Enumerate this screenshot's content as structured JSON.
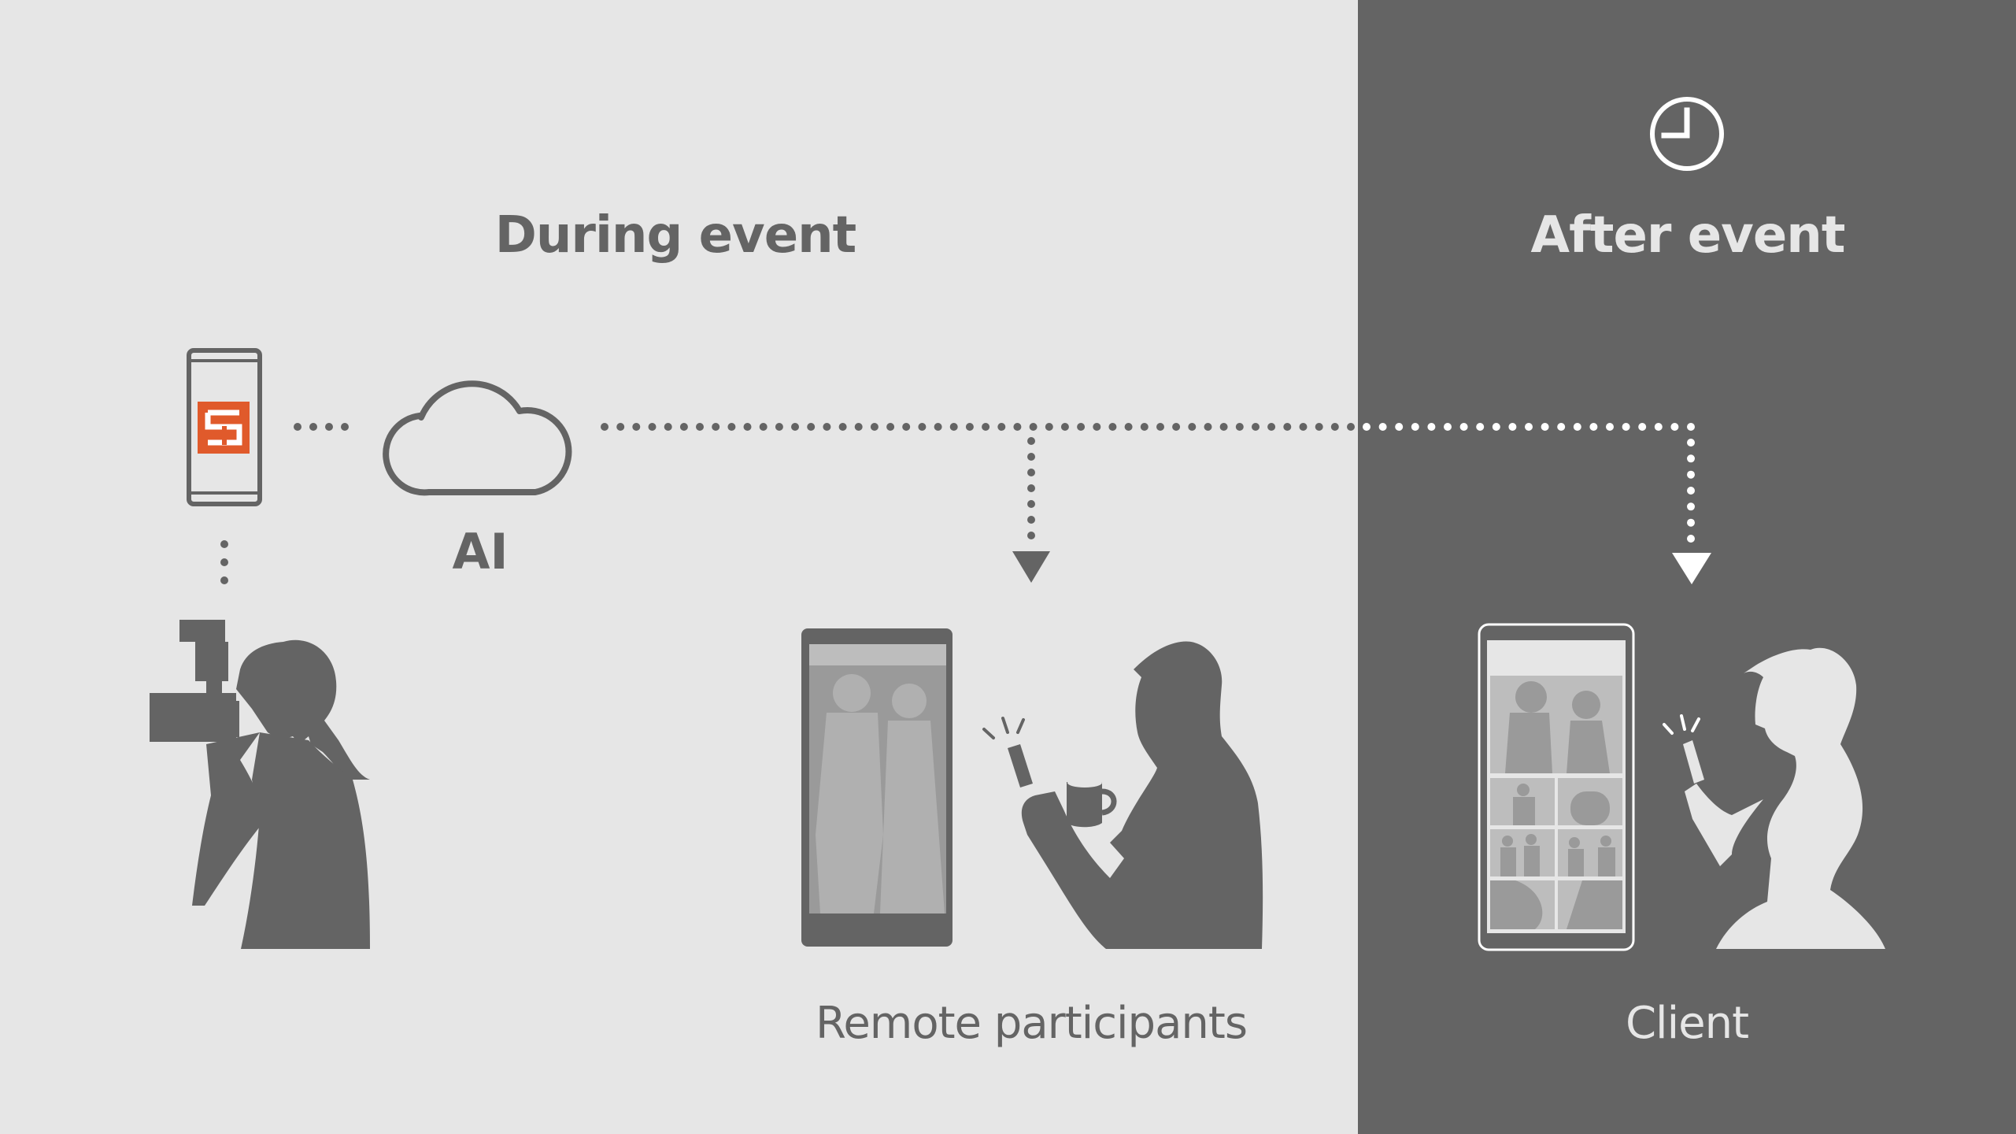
{
  "sections": {
    "during": {
      "title": "During event"
    },
    "after": {
      "title": "After event"
    }
  },
  "nodes": {
    "cloud": {
      "label": "AI"
    },
    "remote": {
      "label": "Remote participants"
    },
    "client": {
      "label": "Client"
    }
  },
  "colors": {
    "left_background": "#e6e6e6",
    "right_background": "#646464",
    "dark_gray": "#646464",
    "light_gray": "#e6e6e6",
    "app_accent": "#e05a2b"
  },
  "icons": {
    "clock": "clock-icon",
    "cloud": "cloud-icon",
    "app": "app-logo-icon",
    "camera": "camera-icon"
  }
}
